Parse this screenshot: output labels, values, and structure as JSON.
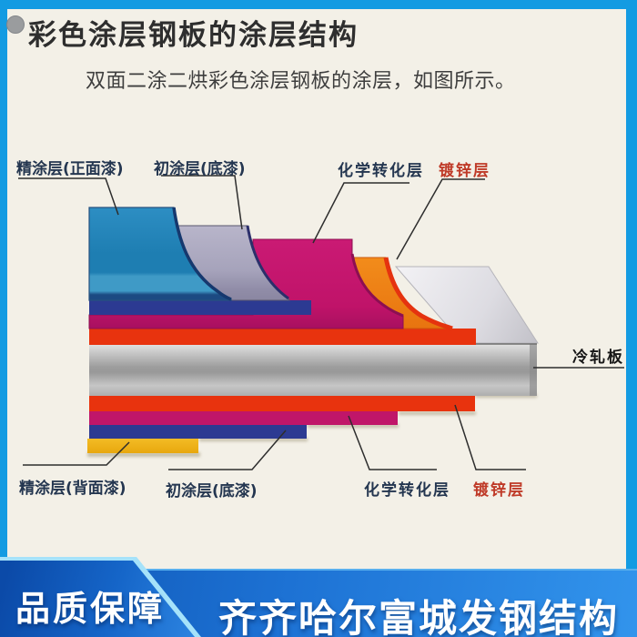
{
  "header": {
    "title": "彩色涂层钢板的涂层结构",
    "subtitle": "双面二涂二烘彩色涂层钢板的涂层，如图所示。"
  },
  "diagram": {
    "labels": {
      "top_finish": "精涂层(正面漆)",
      "top_primer": "初涂层(底漆)",
      "top_chem": "化学转化层",
      "top_zinc": "镀锌层",
      "plate": "冷轧板",
      "bottom_finish": "精涂层(背面漆)",
      "bottom_primer": "初涂层(底漆)",
      "bottom_chem": "化学转化层",
      "bottom_zinc": "镀锌层"
    },
    "layers": [
      {
        "name": "精涂层(正面漆)",
        "color": "#1e7fb4"
      },
      {
        "name": "初涂层(底漆)-上",
        "color": "#aba8c0"
      },
      {
        "name": "化学转化层-上",
        "color": "#c3156e"
      },
      {
        "name": "镀锌层-上",
        "color": "#ee8115"
      },
      {
        "name": "冷轧板",
        "color": "#b9b9b9"
      },
      {
        "name": "镀锌层-下",
        "color": "#e8330e"
      },
      {
        "name": "化学转化层-下",
        "color": "#c01669"
      },
      {
        "name": "初涂层(底漆)-下",
        "color": "#2c3a92"
      },
      {
        "name": "精涂层(背面漆)",
        "color": "#eeb11c"
      }
    ]
  },
  "footer": {
    "badge": "品质保障",
    "company": "齐齐哈尔富城发钢结构"
  },
  "colors": {
    "frame_blue": "#139be2",
    "background": "#f3f0e7",
    "banner_dark": "#0b4aa8",
    "banner_light": "#3294ec",
    "badge_rim": "#a5e2fa",
    "label_dark": "#243650",
    "label_red": "#bf3a28",
    "leader_line": "#2d2d2d"
  }
}
